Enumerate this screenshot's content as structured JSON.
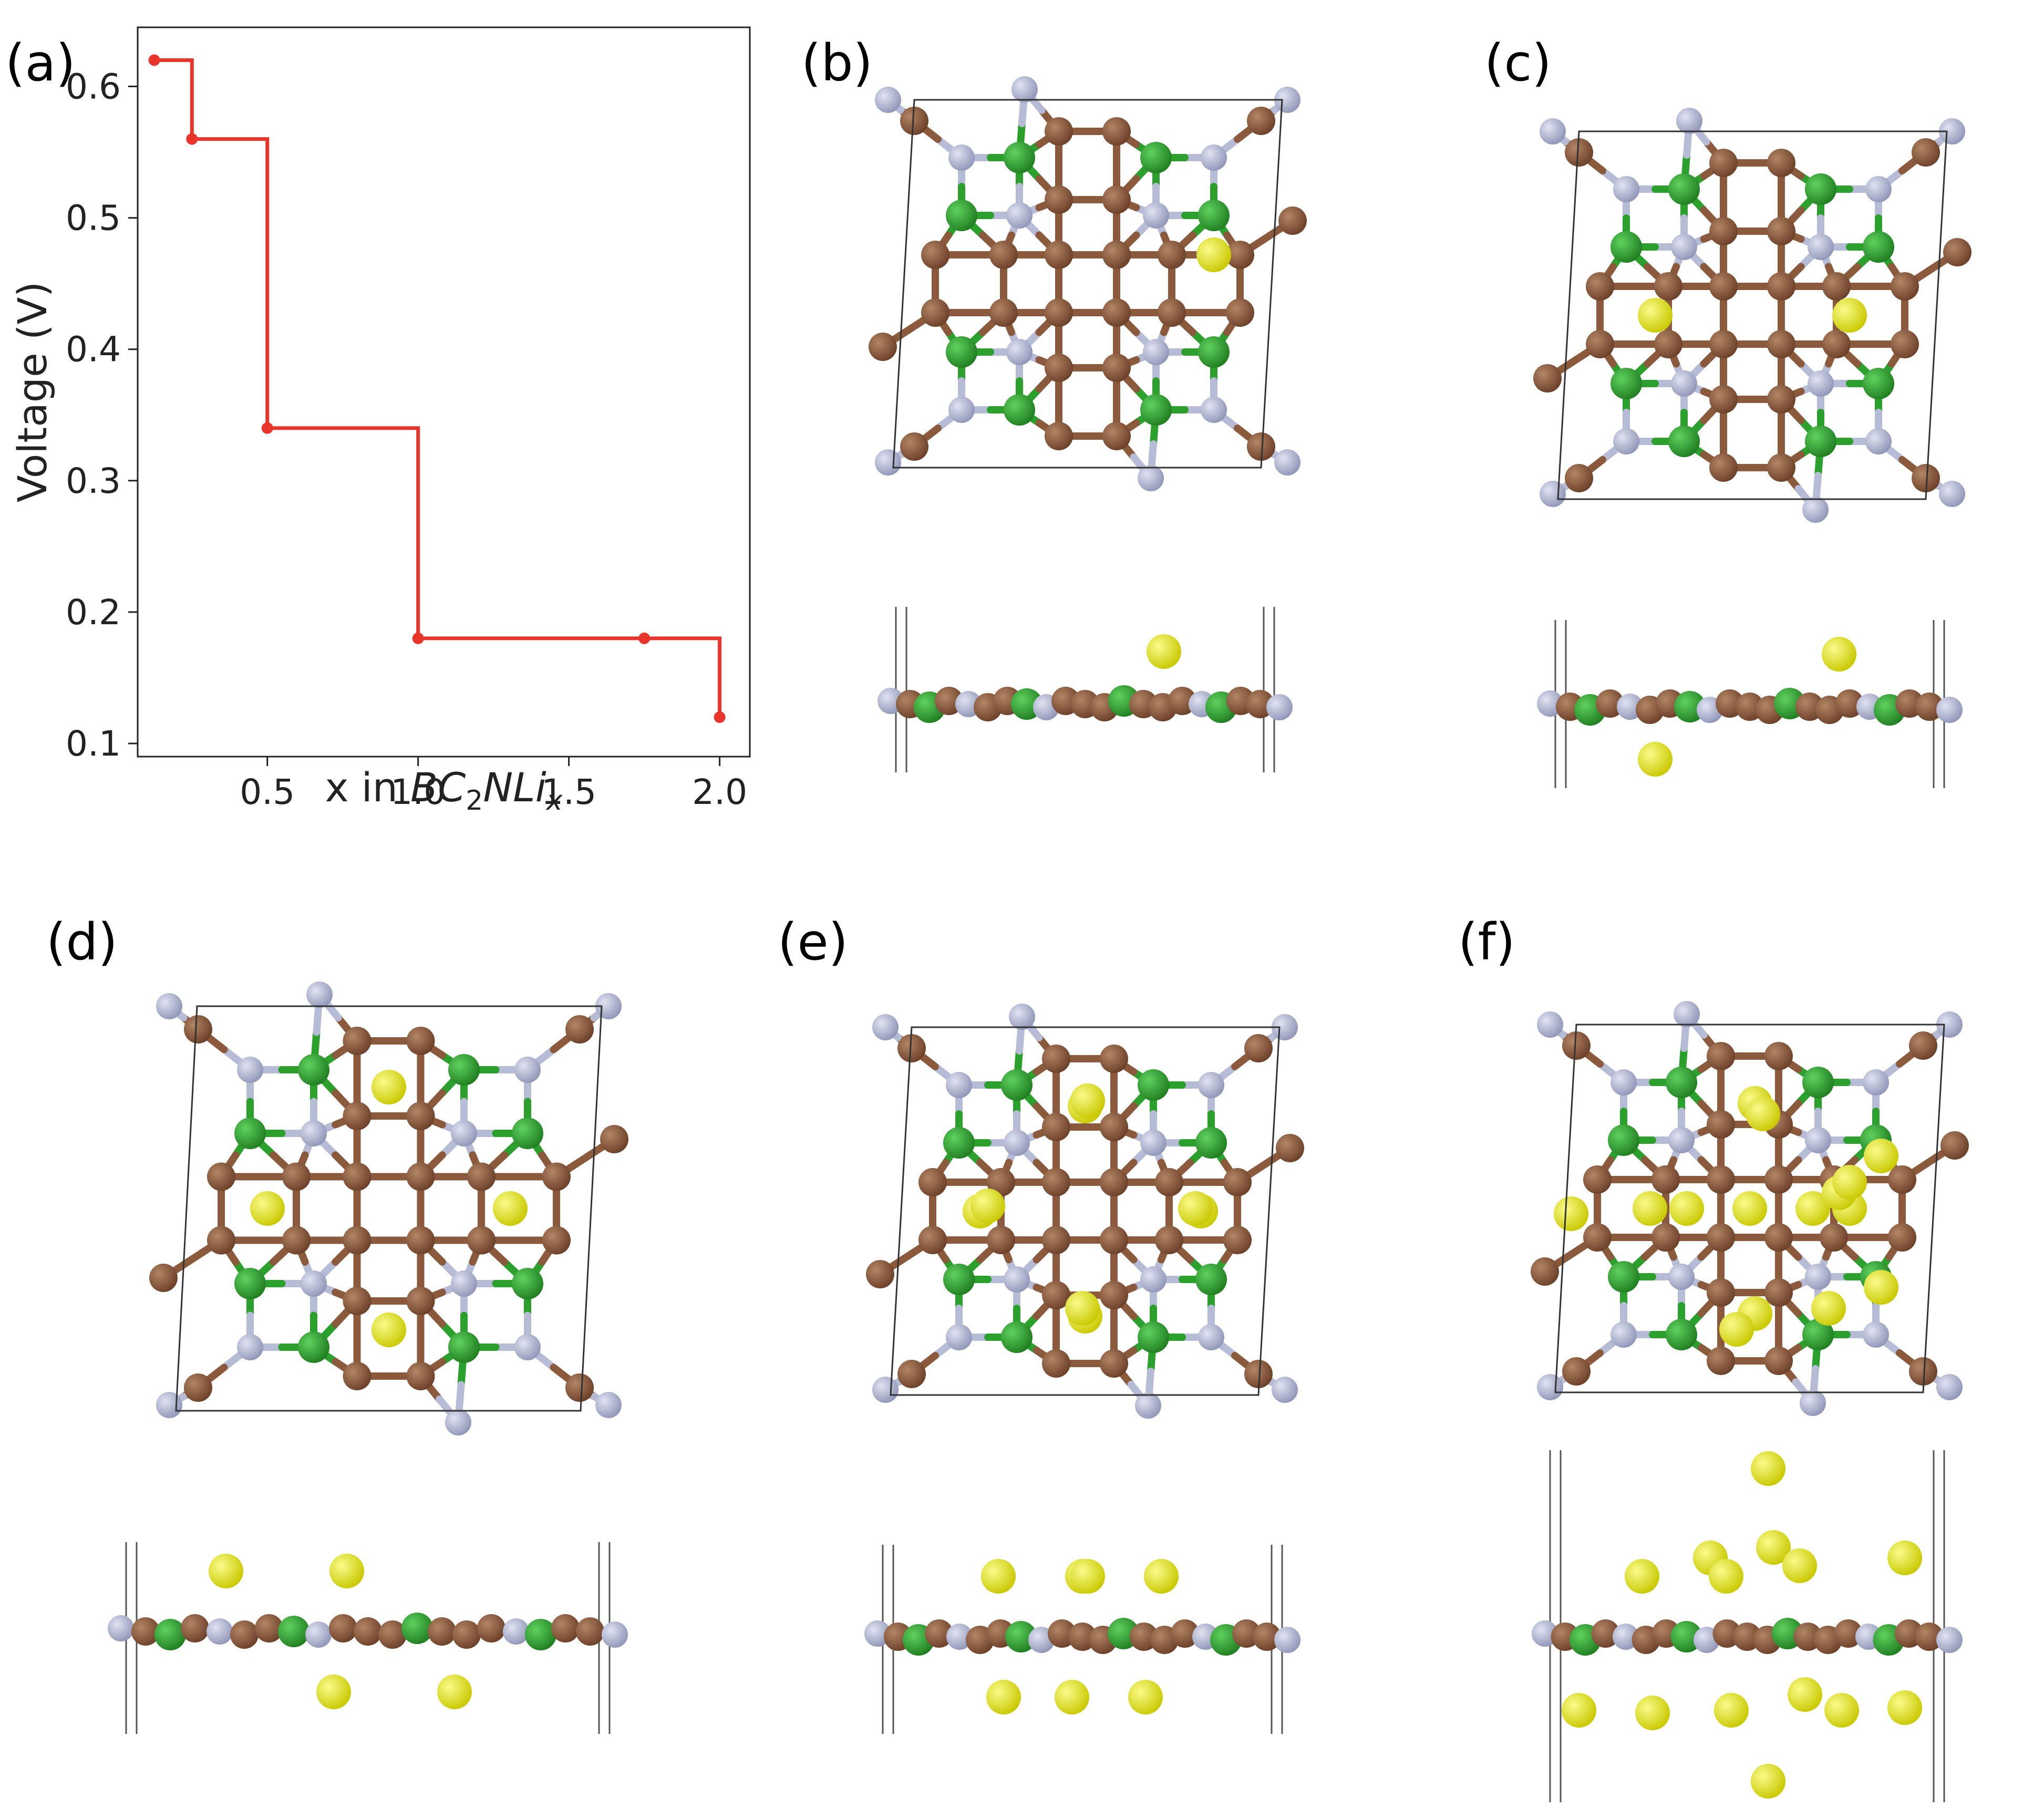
{
  "panel_labels": {
    "a": "(a)",
    "b": "(b)",
    "c": "(c)",
    "d": "(d)",
    "e": "(e)",
    "f": "(f)"
  },
  "chart_data": {
    "type": "line",
    "step": "post",
    "xlabel": "x in BC2NLix",
    "xlabel_parts": {
      "prefix": "x in ",
      "formula_base": "BC",
      "sub1": "2",
      "formula_mid": "NLi",
      "sub2": "x"
    },
    "ylabel": "Voltage (V)",
    "xlim": [
      0.07,
      2.1
    ],
    "ylim": [
      0.09,
      0.645
    ],
    "xticks": [
      0.5,
      1.0,
      1.5,
      2.0
    ],
    "xtick_labels": [
      "0.5",
      "1.0",
      "1.5",
      "2.0"
    ],
    "yticks": [
      0.1,
      0.2,
      0.3,
      0.4,
      0.5,
      0.6
    ],
    "ytick_labels": [
      "0.1",
      "0.2",
      "0.3",
      "0.4",
      "0.5",
      "0.6"
    ],
    "grid": false,
    "line_color": "#e8352b",
    "series": [
      {
        "x": [
          0.125,
          0.25,
          0.5,
          1.0,
          1.75,
          2.0
        ],
        "y": [
          0.62,
          0.56,
          0.34,
          0.18,
          0.18,
          0.12
        ]
      }
    ]
  },
  "atom_colors": {
    "carbon": "#8b5a3c",
    "boron": "#2ca02c",
    "nitrogen": "#aeb4d0",
    "lithium": "#e8e81a",
    "bond_carbon": "#8b5a3c",
    "bond_boron": "#2ca02c",
    "bond_nitrogen": "#b7bcd6",
    "cell": "#333333"
  }
}
